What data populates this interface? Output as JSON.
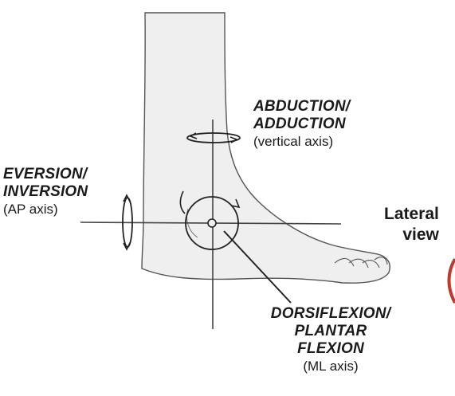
{
  "labels": {
    "abduction": {
      "line1": "ABDUCTION/",
      "line2": "ADDUCTION",
      "axis": "(vertical axis)"
    },
    "eversion": {
      "line1": "EVERSION/",
      "line2": "INVERSION",
      "axis": "(AP axis)"
    },
    "view": {
      "line1": "Lateral",
      "line2": "view"
    },
    "dorsiflexion": {
      "line1": "DORSIFLEXION/",
      "line2": "PLANTAR",
      "line3": "FLEXION",
      "axis": "(ML axis)"
    }
  },
  "colors": {
    "skin": "#efefef",
    "outline": "#555555",
    "axis": "#444444",
    "accent": "#c0392b"
  }
}
